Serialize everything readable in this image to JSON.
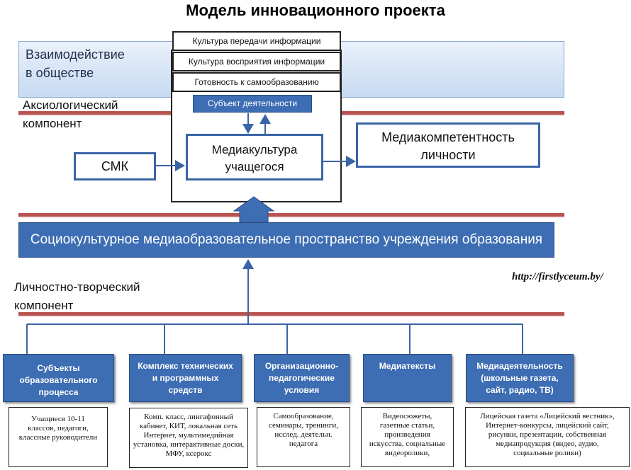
{
  "title": "Модель инновационного проекта",
  "society_label": "Взаимодействие\nв обществе",
  "axiological_label": "Аксиологический\nкомпонент",
  "personal_label": "Личностно-творческий\nкомпонент",
  "top_boxes": [
    "Культура передачи информации",
    "Культура восприятия информации",
    "Готовность к самообразованию"
  ],
  "subject_box": "Субъект деятельности",
  "mediaculture_box": "Медиакультура\nучащегося",
  "smk_box": "СМК",
  "mediacompetence_box": "Медиакомпетентность\nличности",
  "space_bar": "Социокультурное медиаобразовательное пространство учреждения образования",
  "url": "http://firstlyceum.by/",
  "categories": [
    "Субъекты\nобразовательного\nпроцесса",
    "Комплекс технических\nи программных\nсредств",
    "Организационно-\nпедагогические\nусловия",
    "Медиатексты",
    "Медиадеятельность\n(школьные газета,\nсайт, радио, ТВ)"
  ],
  "details": [
    "Учащиеся 10-11\nклассов, педагоги,\nклассные руководители",
    "Комп. класс, лингафонный\nкабинет, КИТ, локальная сеть\nИнтернет, мультимедийная\nустановка, интерактивные доски,\nМФУ, ксерокс",
    "Самообразование,\nсеминары, тренинги,\nисслед. деятельн.\nпедагога",
    "Видеосюжеты,\nгазетные статьи,\nпроизведения\nискусства, социальные\nвидеоролики,",
    "Лицейская газета «Лицейский вестник»,\nИнтернет-конкурсы, лицейский сайт,\nрисунки, презентации, собственная\nмедиапродукция (видео, аудио,\nсоциальные ролики)"
  ],
  "colors": {
    "box_blue": "#3d6db3",
    "border_blue": "#3b64a6",
    "red_line": "#b85450",
    "band_light": "#eaf1fb"
  }
}
